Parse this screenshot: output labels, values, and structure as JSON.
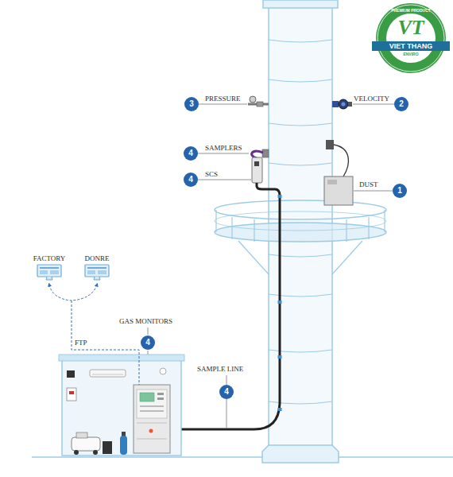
{
  "diagram": {
    "nodes": [
      {
        "text": [
          "PREMIUM PRODUCT",
          "VT",
          "VIET THANG",
          "ENVIRO"
        ]
      },
      {
        "text": [
          "3"
        ]
      },
      {
        "text": [
          "2"
        ]
      },
      {
        "text": [
          "4"
        ]
      },
      {
        "text": [
          "4"
        ]
      },
      {
        "text": [
          "1"
        ]
      },
      {
        "text": [
          "FACTORY"
        ]
      },
      {
        "text": [
          "DONRE"
        ]
      },
      {
        "text": [
          "4"
        ]
      },
      {
        "text": [
          "4"
        ]
      }
    ],
    "labels": [
      "PRESSURE",
      "VELOCITY",
      "SAMPLERS",
      "SCS",
      "DUST",
      "GAS MONITORS",
      "FTP",
      "SAMPLE LINE"
    ]
  }
}
